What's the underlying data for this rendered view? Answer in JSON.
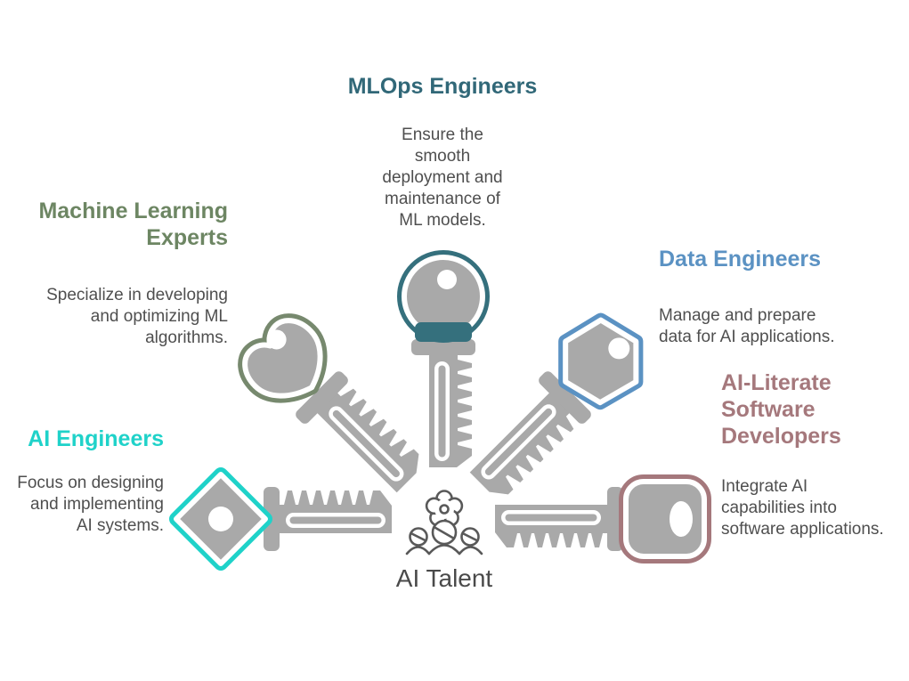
{
  "center": {
    "label": "AI Talent",
    "icon": "gear-and-people-icon"
  },
  "roles": [
    {
      "id": "mlops-engineers",
      "title": "MLOps Engineers",
      "description_lines": [
        "Ensure the",
        "smooth",
        "deployment and",
        "maintenance of",
        "ML models."
      ],
      "color": "#316878",
      "key_color": "#35707d",
      "key_head_shape": "round",
      "position": "top"
    },
    {
      "id": "machine-learning-experts",
      "title": [
        "Machine Learning",
        "Experts"
      ],
      "description_lines": [
        "Specialize in developing",
        "and optimizing ML",
        "algorithms."
      ],
      "color": "#6d8663",
      "key_color": "#77896e",
      "key_head_shape": "heart",
      "position": "upper-left"
    },
    {
      "id": "data-engineers",
      "title": "Data Engineers",
      "description_lines": [
        "Manage and prepare",
        "data for AI applications."
      ],
      "color": "#5b92c3",
      "key_color": "#5b92c3",
      "key_head_shape": "hexagon",
      "position": "upper-right"
    },
    {
      "id": "ai-engineers",
      "title": "AI Engineers",
      "description_lines": [
        "Focus on designing",
        "and implementing",
        "AI systems."
      ],
      "color": "#1fd2c9",
      "key_color": "#1fd2c9",
      "key_head_shape": "diamond",
      "position": "lower-left"
    },
    {
      "id": "ai-literate-software-developers",
      "title": [
        "AI-Literate",
        "Software",
        "Developers"
      ],
      "description_lines": [
        "Integrate AI",
        "capabilities into",
        "software applications."
      ],
      "color": "#a5787c",
      "key_color": "#a5787c",
      "key_head_shape": "rounded-square",
      "position": "lower-right"
    }
  ],
  "colors": {
    "key_fill": "#a9a9a9",
    "body_text": "#4f4f4f",
    "center_text": "#4a4a4a",
    "icon_stroke": "#595959",
    "background": "#ffffff"
  }
}
